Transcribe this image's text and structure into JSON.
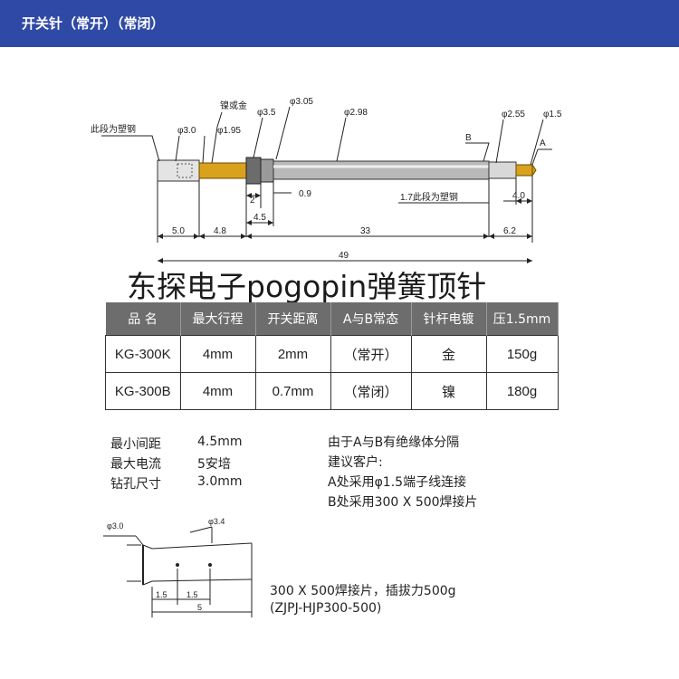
{
  "header": {
    "title": "开关针（常开）（常闭）"
  },
  "drawing": {
    "labels": {
      "steel_left": "此段为塑钢",
      "plating": "镍或金",
      "steel_right": "1.7此段为塑钢",
      "point_a": "A",
      "point_b": "B"
    },
    "diameters": [
      "φ3.0",
      "φ1.95",
      "φ3.5",
      "φ3.05",
      "φ2.98",
      "φ2.55",
      "φ1.5"
    ],
    "dims": {
      "d2": "2",
      "d09": "0.9",
      "d45": "4.5",
      "d40": "4.0",
      "d50": "5.0",
      "d48": "4.8",
      "d33": "33",
      "d62": "6.2",
      "d49": "49"
    }
  },
  "watermark": "东探电子pogopin弹簧顶针",
  "spec_table": {
    "headers": [
      "品 名",
      "最大行程",
      "开关距离",
      "A与B常态",
      "针杆电镀",
      "压1.5mm"
    ],
    "rows": [
      [
        "KG-300K",
        "4mm",
        "2mm",
        "（常开）",
        "金",
        "150g"
      ],
      [
        "KG-300B",
        "4mm",
        "0.7mm",
        "（常闭）",
        "镍",
        "180g"
      ]
    ]
  },
  "params": [
    {
      "label": "最小间距",
      "value": "4.5mm"
    },
    {
      "label": "最大电流",
      "value": "5安培"
    },
    {
      "label": "钻孔尺寸",
      "value": "3.0mm"
    }
  ],
  "notes": [
    "由于A与B有绝缘体分隔",
    "建议客户:",
    "A处采用φ1.5端子线连接",
    "B处采用300 X 500焊接片"
  ],
  "tab_drawing": {
    "d_left": "φ3.0",
    "d_right": "φ3.4",
    "s1": "1.5",
    "s2": "1.5",
    "total": "5"
  },
  "tab_info": {
    "line1": "300 X 500焊接片，插拔力500g",
    "line2": "(ZJPJ-HJP300-500)"
  }
}
